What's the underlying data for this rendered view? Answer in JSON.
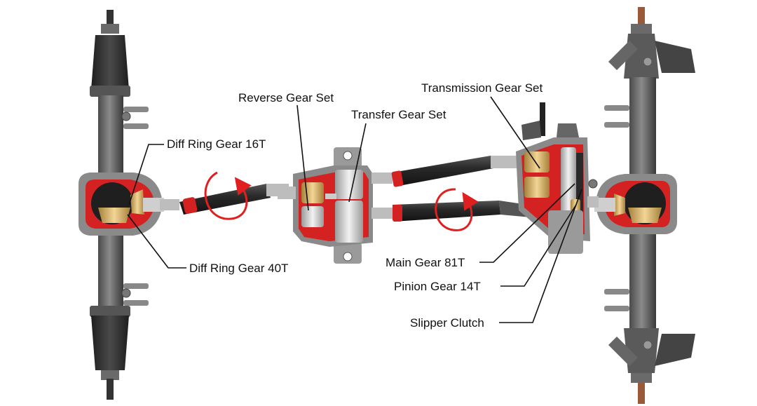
{
  "labels": {
    "reverse_gear_set": "Reverse Gear Set",
    "transfer_gear_set": "Transfer Gear Set",
    "transmission_gear_set": "Transmission Gear Set",
    "diff_ring_gear_16t": "Diff Ring Gear 16T",
    "diff_ring_gear_40t": "Diff Ring Gear 40T",
    "main_gear_81t": "Main Gear 81T",
    "pinion_gear_14t": "Pinion Gear 14T",
    "slipper_clutch": "Slipper Clutch"
  },
  "colors": {
    "housing_red": "#d42222",
    "axle_grey": "#6e6e6e",
    "axle_dark": "#3b3b3b",
    "shaft_black": "#2a2a2a",
    "gear_gold": "#d9b36a",
    "gear_steel": "#d8d8d8",
    "rotation_arrow": "#e02020"
  }
}
